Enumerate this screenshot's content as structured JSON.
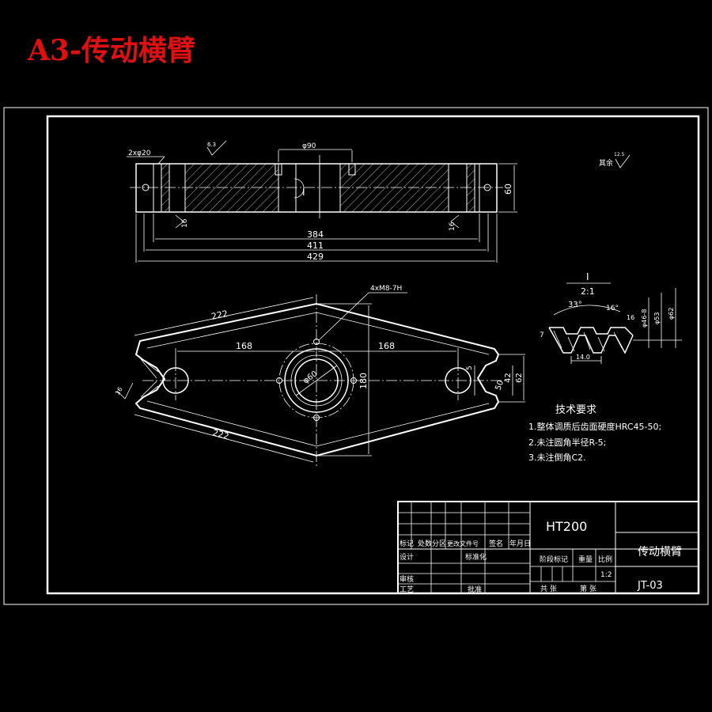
{
  "sheet_title": "A3-传动横臂",
  "colors": {
    "background": "#000000",
    "lines": "#ffffff",
    "title": "#e01010"
  },
  "front_view": {
    "dims": {
      "hole_callout": "2xφ20",
      "roughness_top_left": "6.3",
      "bore": "φ90",
      "height": "60",
      "inner_384": "384",
      "mid_411": "411",
      "overall_429": "429",
      "depth_left": "16",
      "depth_right": "16"
    },
    "detail_marker": "I"
  },
  "other_roughness": "其余",
  "other_roughness_val": "12.5",
  "plan_view": {
    "dims": {
      "edge_top": "222",
      "edge_bottom": "222",
      "span_left": "168",
      "span_right": "168",
      "thread_callout": "4xM8-7H",
      "hub_dia": "φ60",
      "height_180": "180",
      "d5": "5",
      "d42": "42",
      "d62": "62",
      "d50": "50",
      "d16": "16"
    }
  },
  "detail_view": {
    "label": "I",
    "scale": "2:1",
    "angle_left": "33°",
    "angle_right": "16°",
    "dim_a": "φ46-8",
    "dim_b": "φ53",
    "dim_c": "φ62",
    "dim_d": "14.0",
    "dim_e": "7",
    "dim_f": "16"
  },
  "tech_requirements": {
    "heading": "技术要求",
    "items": [
      "1.整体调质后齿面硬度HRC45-50;",
      "2.未注圆角半径R-5;",
      "3.未注倒角C2."
    ]
  },
  "title_block": {
    "material": "HT200",
    "part_name": "传动横臂",
    "drawing_no": "JT-03",
    "col_labels": [
      "标记",
      "处数",
      "分区",
      "更改文件号",
      "签名",
      "年月日"
    ],
    "row_labels": [
      "设计",
      "审核",
      "工艺"
    ],
    "std": "标准化",
    "approve": "批准",
    "stage": "阶段标记",
    "weight": "重量",
    "scale_label": "比例",
    "scale_val": "1:2",
    "sheet_total": "共   张",
    "sheet_no": "第   张"
  }
}
